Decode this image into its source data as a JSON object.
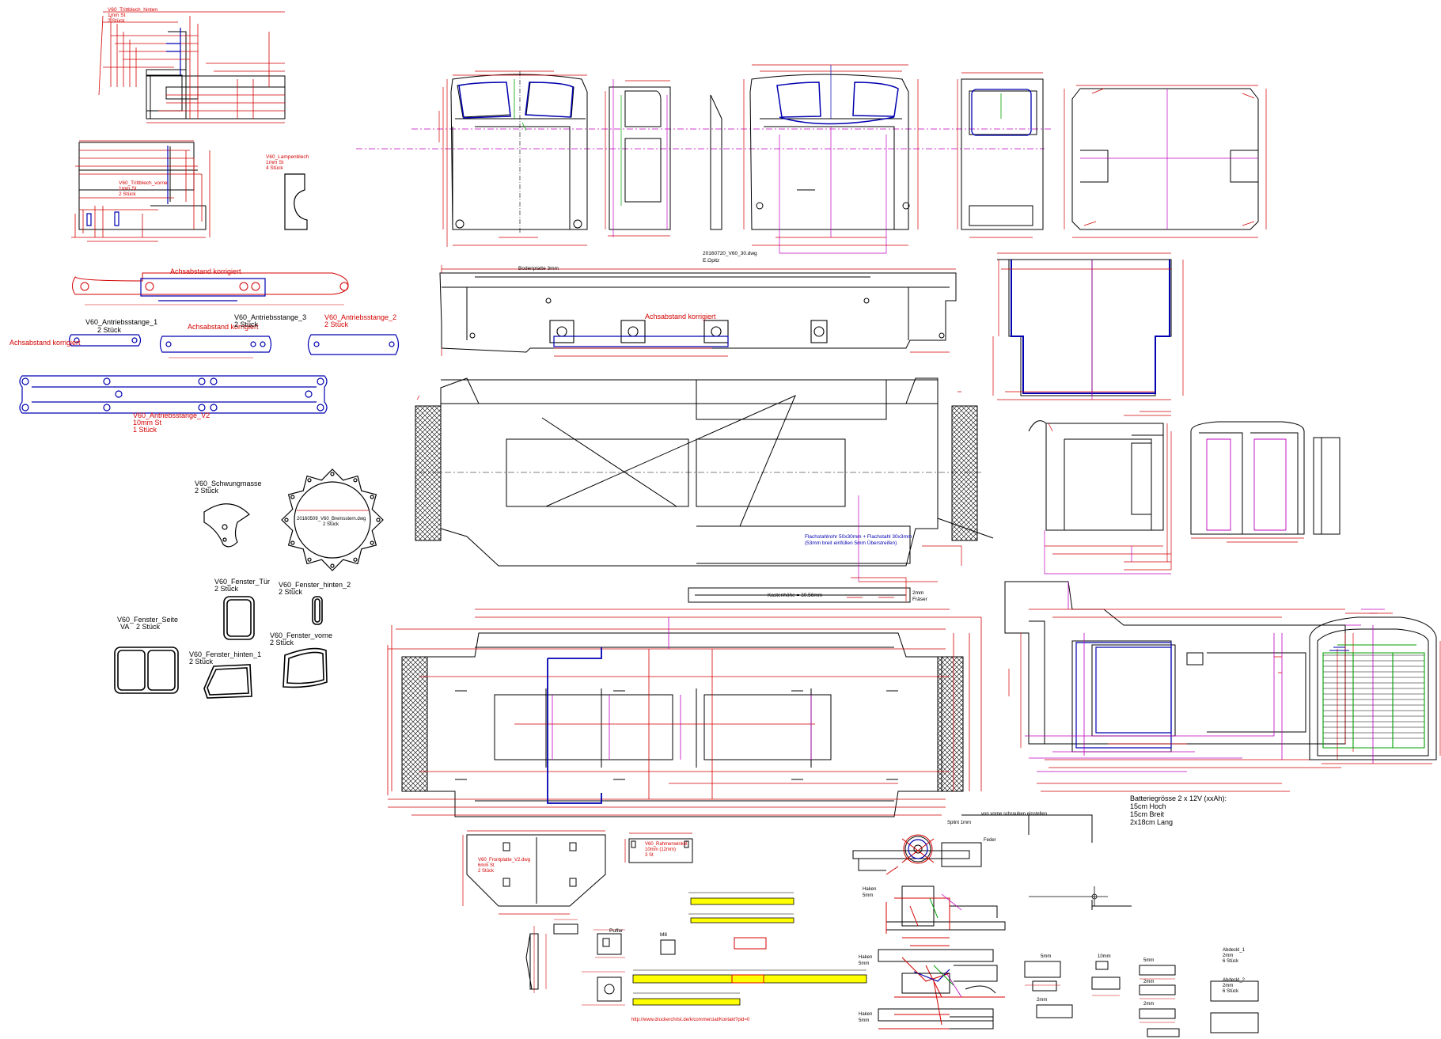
{
  "drawing": {
    "file_name": "20160720_V60_30.dwg",
    "author": "E.Opitz",
    "colors": {
      "outline": "#000000",
      "dimension": "#d40000",
      "contour": "#0000b0",
      "alignment": "#c000c0",
      "guide": "#00a000",
      "highlight": "#ffff00",
      "hatch": "#000000"
    }
  },
  "parts": {
    "trittblech_hinten": {
      "name": "V60_Trittblech_hinten",
      "spec": "1mm St",
      "qty": "2 Stück"
    },
    "trittblech_vorne": {
      "name": "V60_Trittblech_vorne",
      "spec": "1mm St",
      "qty": "2 Stück"
    },
    "lampenblech": {
      "name": "V60_Lampenblech",
      "spec": "1mm St",
      "qty": "4 Stück"
    },
    "achsabstand_note_1": "Achsabstand korrigiert",
    "achsabstand_note_2": "Achsabstand korrigiert",
    "achsabstand_note_3": "Achsabstand korrigiert",
    "achsabstand_note_4": "Achsabstand korrigiert",
    "antriebsstange_1": {
      "name": "V60_Antriebsstange_1",
      "qty": "2 Stück"
    },
    "antriebsstange_3": {
      "name": "V60_Antriebsstange_3",
      "qty": "2 Stück"
    },
    "antriebsstange_2": {
      "name": "V60_Antriebsstange_2",
      "qty": "2 Stück"
    },
    "antriebsstange_v2": {
      "name": "V60_Antriebsstange_V2",
      "spec": "10mm St",
      "qty": "1 Stück"
    },
    "schwungmasse": {
      "name": "V60_Schwungmasse",
      "qty": "2 Stück"
    },
    "bremsstern": {
      "name": "20160509_V60_Bremsstern.dwg",
      "qty": "2 Stück"
    },
    "fenster_tuer": {
      "name": "V60_Fenster_Tür",
      "qty": "2 Stück"
    },
    "fenster_hinten_2": {
      "name": "V60_Fenster_hinten_2",
      "qty": "2 Stück"
    },
    "fenster_seite": {
      "name": "V60_Fenster_Seite",
      "extra": "VA",
      "qty": "2 Stück"
    },
    "fenster_vorne": {
      "name": "V60_Fenster_vorne",
      "qty": "2 Stück"
    },
    "fenster_hinten_1": {
      "name": "V60_Fenster_hinten_1",
      "qty": "2 Stück"
    },
    "bodenplatte": "Bodenplatte 3mm",
    "flachrohr_note": "Flachstahlrohr 50x30mm + Flachstahl 30x3mm",
    "flachrohr_note_2": "(53mm breit einfüllen 5mm Überstreifen)",
    "kastenhoehe": "Kastenhöhe = 30.56mm",
    "fraeser": {
      "line1": "2mm",
      "line2": "Fräser"
    },
    "frontplatte": {
      "name": "V60_Frontplatte_V2.dwg",
      "spec": "6mm St",
      "qty": "2 Stück"
    },
    "rahmenwinkel": {
      "name": "V60_Rahmenwinkel",
      "spec": "10mm (12mm)",
      "qty": "3 St"
    },
    "batterie": {
      "title": "Batteriegrösse 2 x 12V (xxAh):",
      "line1": "15cm Hoch",
      "line2": "15cm Breit",
      "line3": "2x18cm Lang"
    },
    "splint": "Splint 1mm",
    "vorne_note": "von vorne schrauben einstellen",
    "feder": "Feder",
    "haken_1": {
      "line1": "Haken",
      "line2": "5mm"
    },
    "haken_2": {
      "line1": "Haken",
      "line2": "5mm"
    },
    "haken_3": {
      "line1": "Haken",
      "line2": "5mm"
    },
    "puffer": "Puffer",
    "m8": "M8",
    "m5mm": "5mm",
    "m10mm": "10mm",
    "m2mm_a": "2mm",
    "m2mm_b": "2mm",
    "m2mm_c": "2mm",
    "m5mm_b": "5mm",
    "abdeckung_1": {
      "name": "Abdeckl_1",
      "spec": "2mm",
      "qty": "6 Stück"
    },
    "abdeckung_2": {
      "name": "Abdeckl_2",
      "spec": "2mm",
      "qty": "6 Stück"
    },
    "url": "http://www.druckerchrist.de/k/commercial/Kontakt?pid=0"
  }
}
